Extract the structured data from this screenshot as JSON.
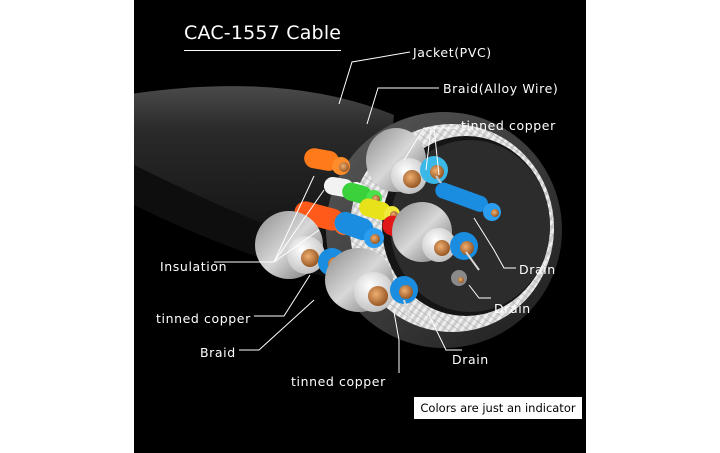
{
  "title": "CAC-1557 Cable",
  "labels": {
    "jacket": "Jacket(PVC)",
    "braid_alloy": "Braid(Alloy Wire)",
    "tinned_copper_right": "tinned copper",
    "insulation": "Insulation",
    "tinned_copper_left": "tinned copper",
    "braid": "Braid",
    "tinned_copper_bottom": "tinned copper",
    "drain_1": "Drain",
    "drain_2": "Drain",
    "drain_3": "Drain"
  },
  "note": "Colors are just an indicator",
  "colors": {
    "background": "#000000",
    "jacket": "#2a2a2a",
    "braid": "#d9d9d9",
    "copper": "#c87a3a",
    "wire_orange": "#ff7a1a",
    "wire_green": "#3ad13a",
    "wire_yellow": "#e8e21a",
    "wire_red": "#e01818",
    "wire_blue": "#1a8de0",
    "wire_cyan": "#3ab8e8",
    "wire_white": "#f2f2f2"
  }
}
